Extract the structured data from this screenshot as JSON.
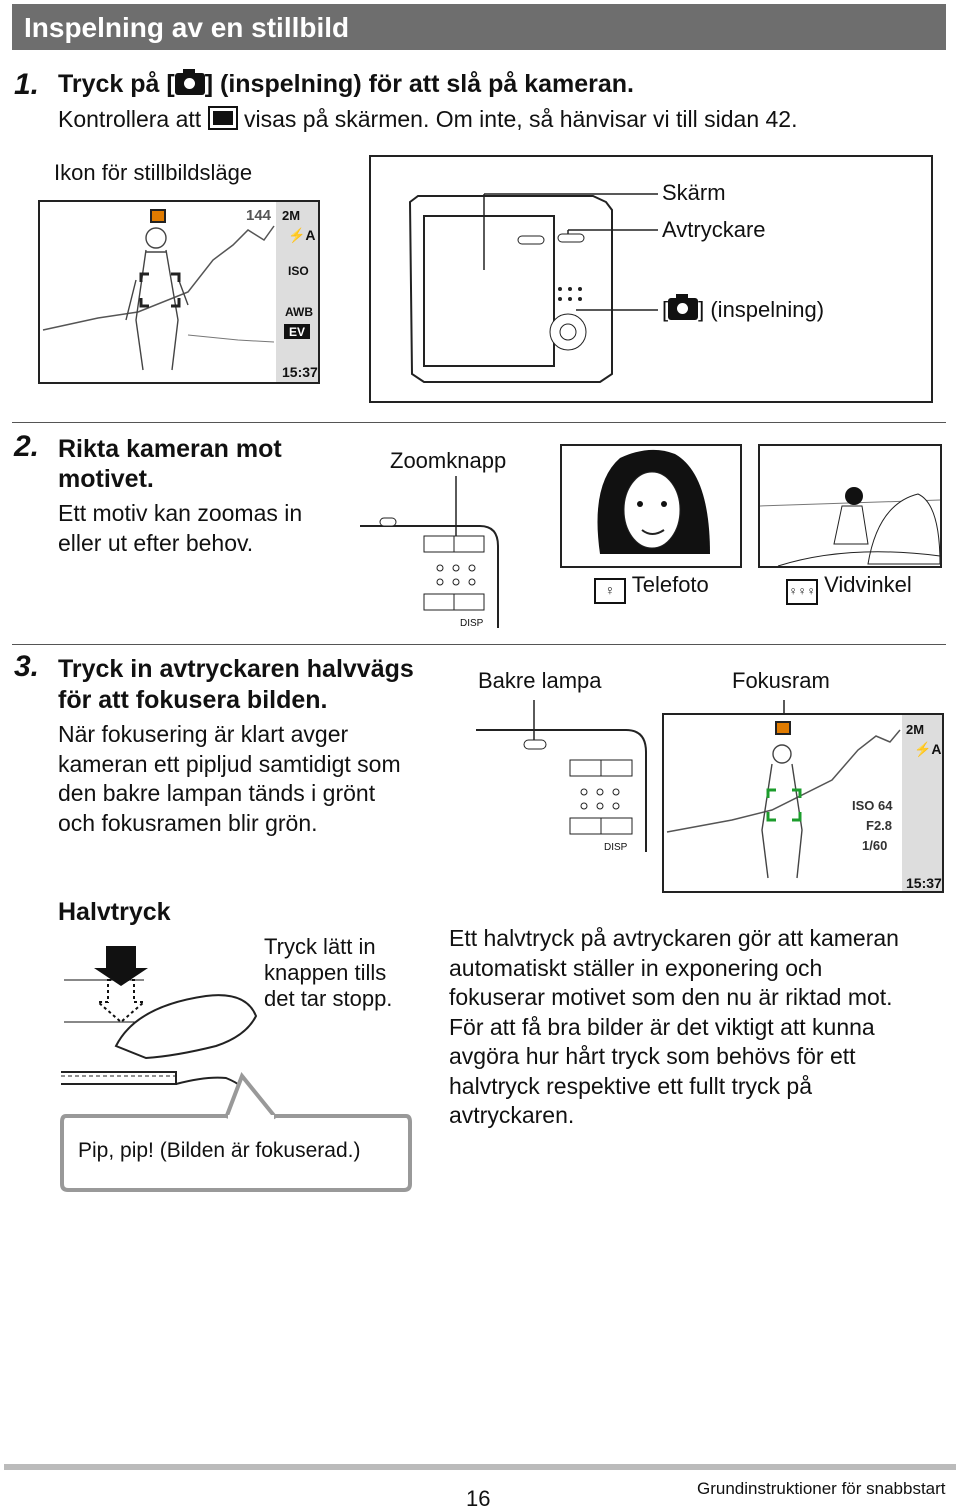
{
  "header": {
    "title": "Inspelning av en stillbild"
  },
  "step1": {
    "number": "1.",
    "title_pre": "Tryck på [",
    "title_post": "] (inspelning) för att slå på kameran.",
    "line2_pre": "Kontrollera att",
    "line2_post": "visas på skärmen. Om inte, så hänvisar vi till sidan 42.",
    "screen_label": "Ikon för stillbildsläge",
    "screen": {
      "shots": "144",
      "size": "2M",
      "iso": "ISO",
      "awb": "AWB",
      "ev": "EV",
      "time": "15:37"
    },
    "camera_labels": {
      "screen": "Skärm",
      "shutter": "Avtryckare",
      "rec_pre": "[",
      "rec_post": "] (inspelning)"
    }
  },
  "step2": {
    "number": "2.",
    "title": [
      "Rikta kameran mot",
      "motivet."
    ],
    "body": [
      "Ett motiv kan zoomas in",
      "eller ut efter behov."
    ],
    "zoom_label": "Zoomknapp",
    "disp": "DISP",
    "tele_label": "Telefoto",
    "wide_label": "Vidvinkel"
  },
  "step3": {
    "number": "3.",
    "title": [
      "Tryck in avtryckaren halvvägs",
      "för att fokusera bilden."
    ],
    "body": [
      "När fokusering är klart avger",
      "kameran ett pipljud samtidigt som",
      "den bakre lampan tänds i grönt",
      "och fokusramen blir grön."
    ],
    "lamp_label": "Bakre lampa",
    "focus_label": "Fokusram",
    "disp": "DISP",
    "screen": {
      "iso": "ISO 64",
      "aperture": "F2.8",
      "shutter": "1/60",
      "time": "15:37"
    }
  },
  "halftone": {
    "title": "Halvtryck",
    "hint": [
      "Tryck lätt in",
      "knappen tills",
      "det tar stopp."
    ],
    "bubble": "Pip, pip! (Bilden är fokuserad.)",
    "body": [
      "Ett halvtryck på avtryckaren gör att kameran",
      "automatiskt ställer in exponering och",
      "fokuserar motivet som den nu är riktad mot.",
      "För att få bra bilder är det viktigt att kunna",
      "avgöra hur hårt tryck som behövs för ett",
      "halvtryck respektive ett fullt tryck på",
      "avtryckaren."
    ]
  },
  "footer": {
    "page": "16",
    "section": "Grundinstruktioner för snabbstart"
  },
  "colors": {
    "header_bg": "#6e6e6e",
    "focus_green": "#1c9c2c",
    "icon_orange": "#e07b00"
  }
}
